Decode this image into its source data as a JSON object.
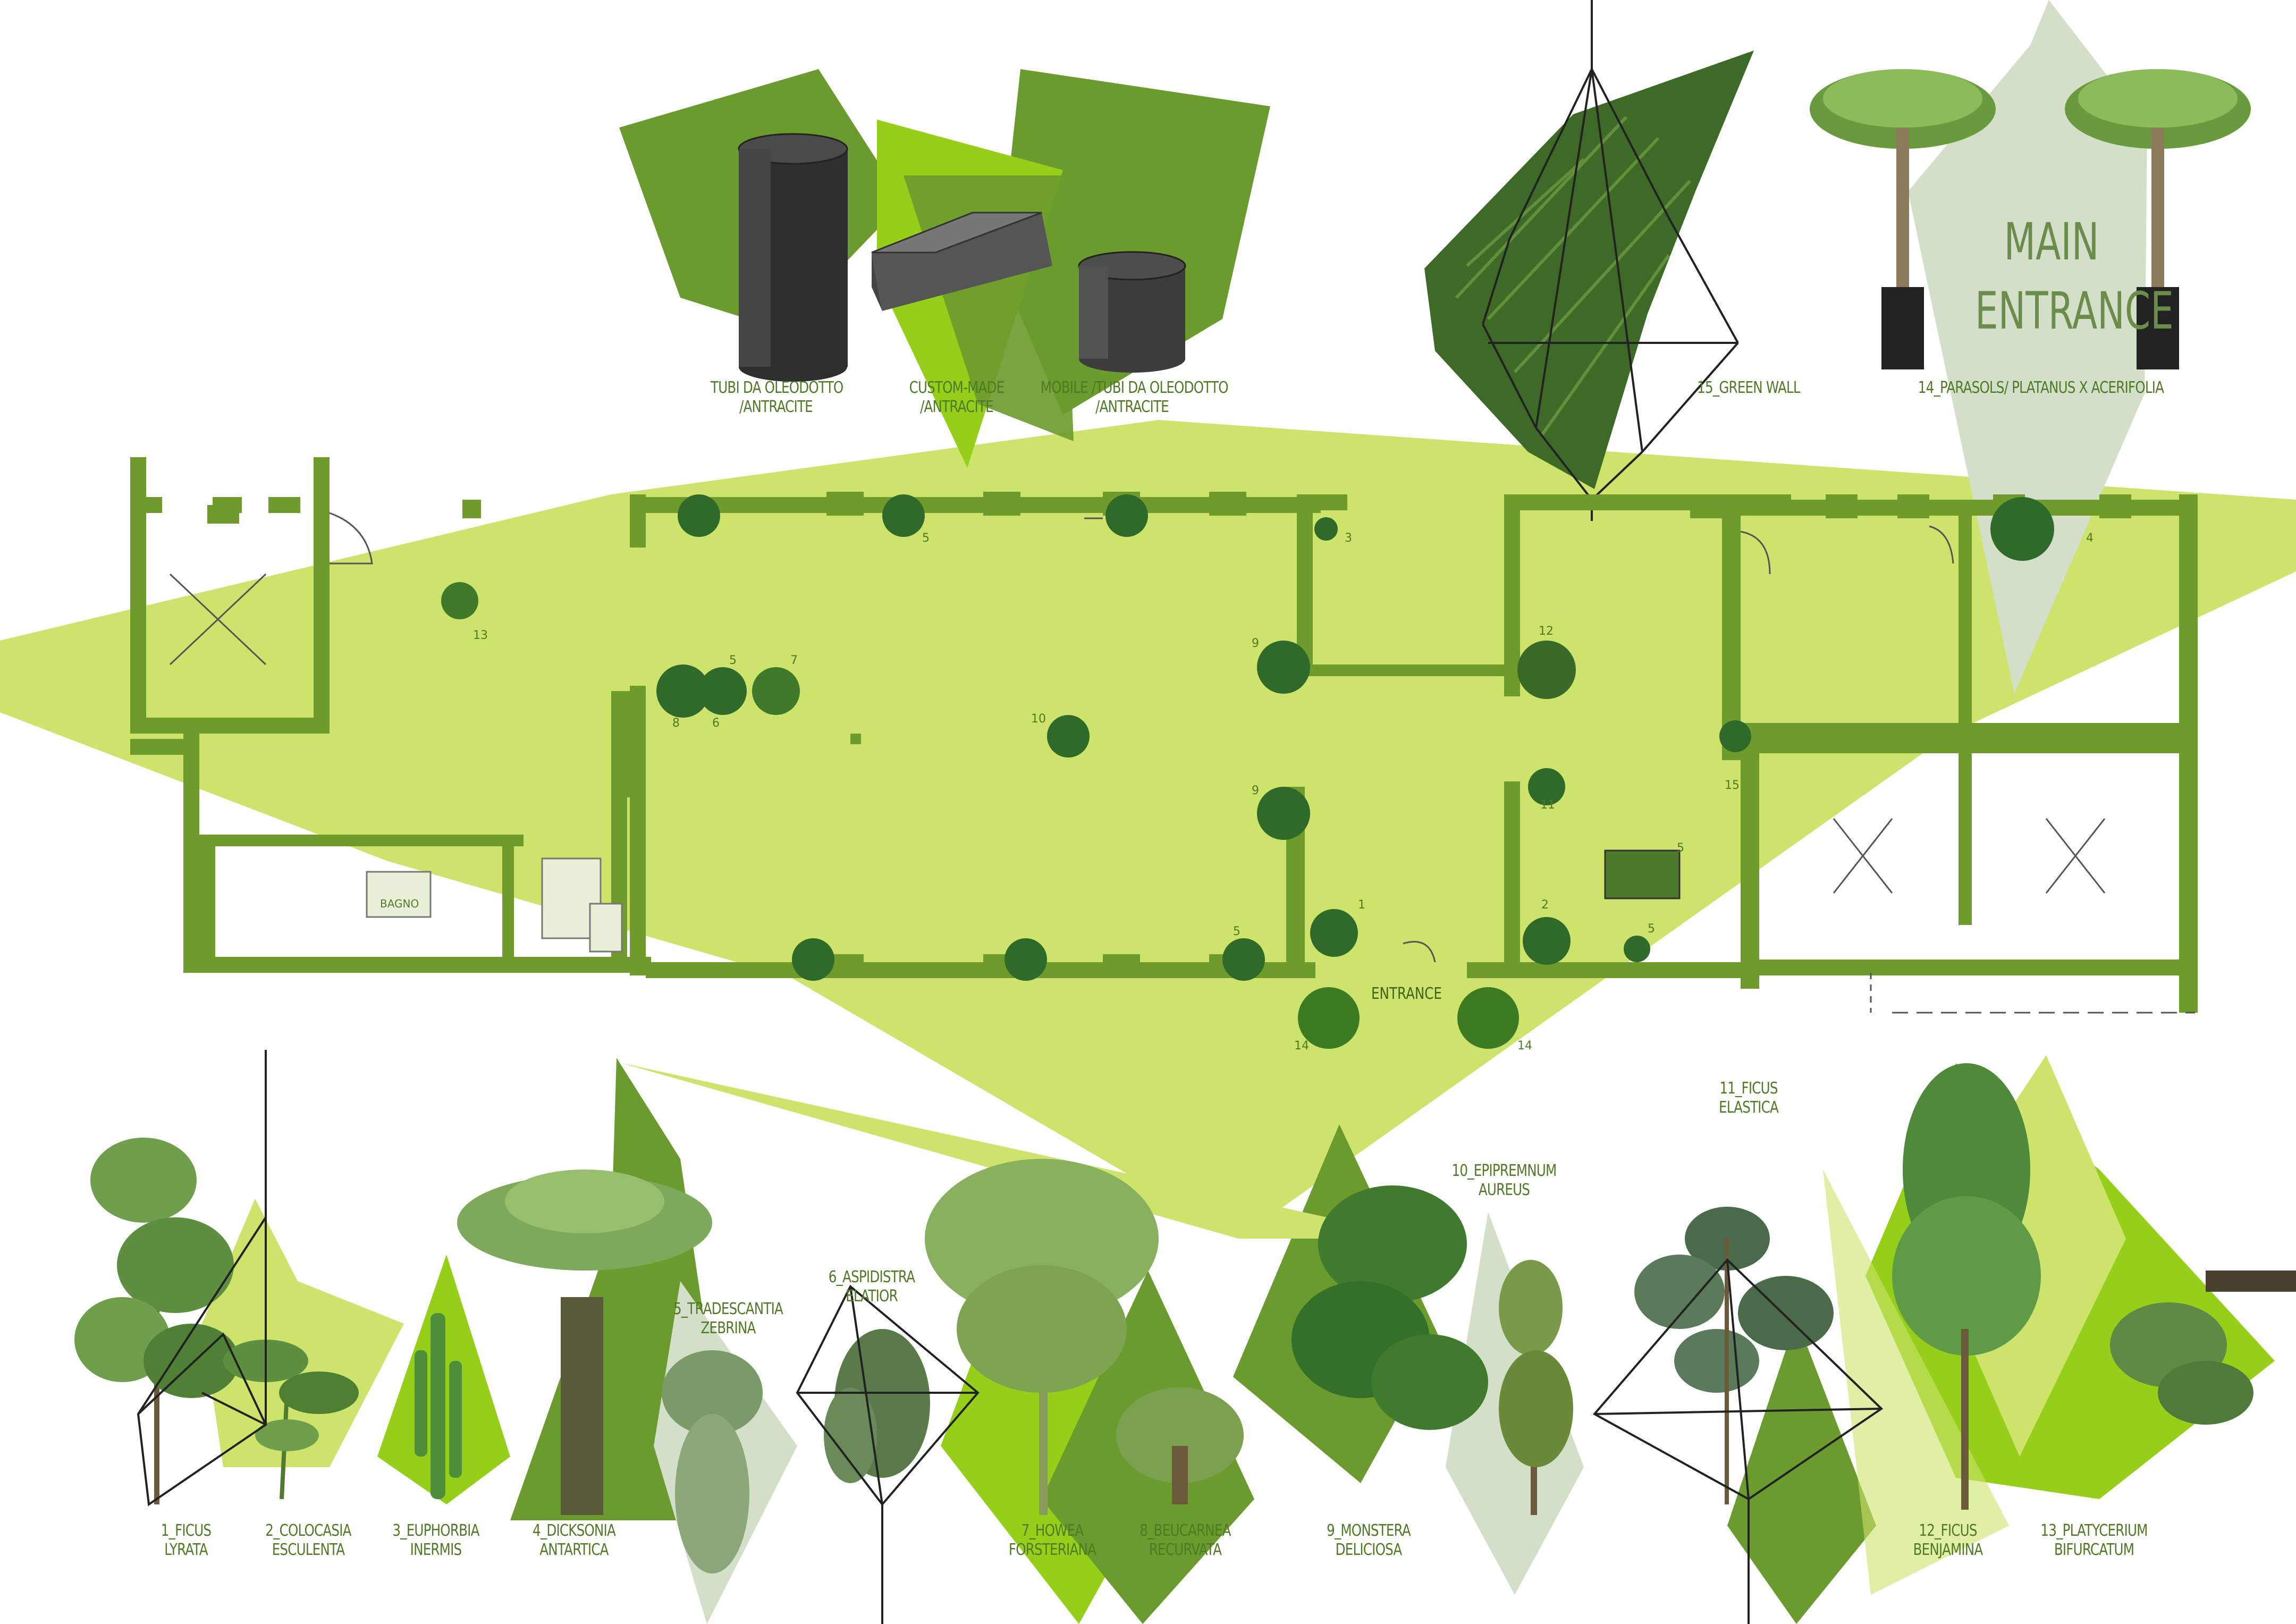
{
  "colors": {
    "light_green": "#cde36b",
    "lime": "#95cf1a",
    "grass": "#6b9a2e",
    "wall": "#6f9b2c",
    "pale": "#d3dfc8",
    "dark_pot": "#3a3a3a",
    "foliage": "#3f7a2a",
    "label": "#4f7a24"
  },
  "planters": {
    "label1": [
      "TUBI DA OLEODOTTO",
      "/ANTRACITE"
    ],
    "label2": [
      "CUSTOM-MADE",
      "/ANTRACITE"
    ],
    "label3": [
      "MOBILE  /TUBI DA OLEODOTTO",
      "/ANTRACITE"
    ]
  },
  "green_wall": "15_GREEN WALL",
  "parasols": "14_PARASOLS/ PLATANUS X ACERIFOLIA",
  "main_entrance": [
    "MAIN",
    "ENTRANCE"
  ],
  "plan": {
    "entrance": "ENTRANCE",
    "bagno": "BAGNO",
    "numbers": [
      "13",
      "5",
      "3",
      "4",
      "9",
      "12",
      "8",
      "6",
      "5",
      "7",
      "10",
      "9",
      "11",
      "15",
      "5",
      "5",
      "1",
      "2",
      "5",
      "14",
      "14"
    ]
  },
  "plants": [
    {
      "id": "1",
      "lines": [
        "1_FICUS",
        "LYRATA"
      ]
    },
    {
      "id": "2",
      "lines": [
        "2_COLOCASIA",
        "ESCULENTA"
      ]
    },
    {
      "id": "3",
      "lines": [
        "3_EUPHORBIA",
        "INERMIS"
      ]
    },
    {
      "id": "4",
      "lines": [
        "4_DICKSONIA",
        "ANTARTICA"
      ]
    },
    {
      "id": "5",
      "lines": [
        "5_TRADESCANTIA",
        "ZEBRINA"
      ]
    },
    {
      "id": "6",
      "lines": [
        "6_ASPIDISTRA",
        "ELATIOR"
      ]
    },
    {
      "id": "7",
      "lines": [
        "7_HOWEA",
        "FORSTERIANA"
      ]
    },
    {
      "id": "8",
      "lines": [
        "8_BEUCARNEA",
        "RECURVATA"
      ]
    },
    {
      "id": "9",
      "lines": [
        "9_MONSTERA",
        "DELICIOSA"
      ]
    },
    {
      "id": "10",
      "lines": [
        "10_EPIPREMNUM",
        "AUREUS"
      ]
    },
    {
      "id": "11",
      "lines": [
        "11_FICUS",
        "ELASTICA"
      ]
    },
    {
      "id": "12",
      "lines": [
        "12_FICUS",
        "BENJAMINA"
      ]
    },
    {
      "id": "13",
      "lines": [
        "13_PLATYCERIUM",
        "BIFURCATUM"
      ]
    }
  ]
}
